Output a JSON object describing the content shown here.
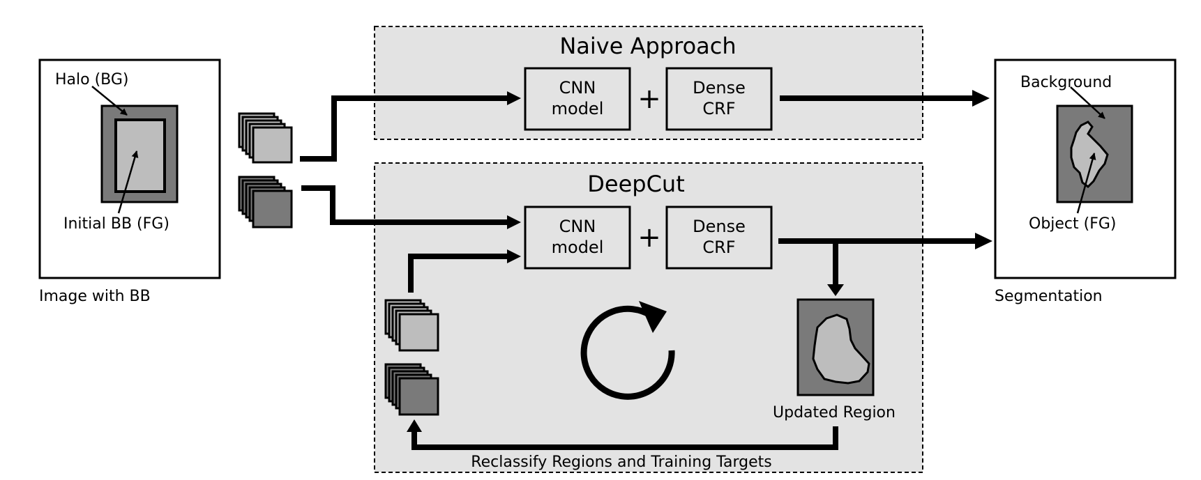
{
  "input": {
    "caption": "Image with BB",
    "halo_label": "Halo (BG)",
    "initial_bb_label": "Initial BB (FG)"
  },
  "naive": {
    "title": "Naive Approach",
    "cnn_line1": "CNN",
    "cnn_line2": "model",
    "plus": "+",
    "crf_line1": "Dense",
    "crf_line2": "CRF"
  },
  "deepcut": {
    "title": "DeepCut",
    "cnn_line1": "CNN",
    "cnn_line2": "model",
    "plus": "+",
    "crf_line1": "Dense",
    "crf_line2": "CRF",
    "updated_region_label": "Updated Region",
    "loop_label": "Reclassify Regions and Training Targets",
    "cycle_icon": "refresh-cycle"
  },
  "output": {
    "caption": "Segmentation",
    "background_label": "Background",
    "object_label": "Object (FG)"
  },
  "colors": {
    "panel_fill": "#e3e3e3",
    "dark_gray": "#7a7a7a",
    "light_gray": "#bdbdbd",
    "stroke": "#000000"
  }
}
